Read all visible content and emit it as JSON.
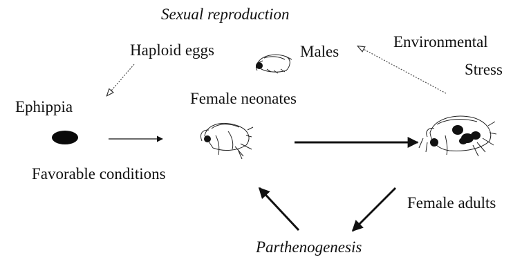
{
  "diagram": {
    "title": "Sexual reproduction",
    "bottom_label": "Parthenogenesis",
    "nodes": {
      "haploid_eggs": "Haploid eggs",
      "males": "Males",
      "environmental_stress_line1": "Environmental",
      "environmental_stress_line2": "Stress",
      "ephippia": "Ephippia",
      "female_neonates": "Female neonates",
      "favorable_conditions": "Favorable conditions",
      "female_adults": "Female adults"
    },
    "colors": {
      "ink": "#111111",
      "dotted_arrow": "#555555"
    },
    "icons": [
      "ephippium-egg-icon",
      "male-daphnia-icon",
      "neonate-daphnia-icon",
      "adult-daphnia-icon"
    ]
  }
}
